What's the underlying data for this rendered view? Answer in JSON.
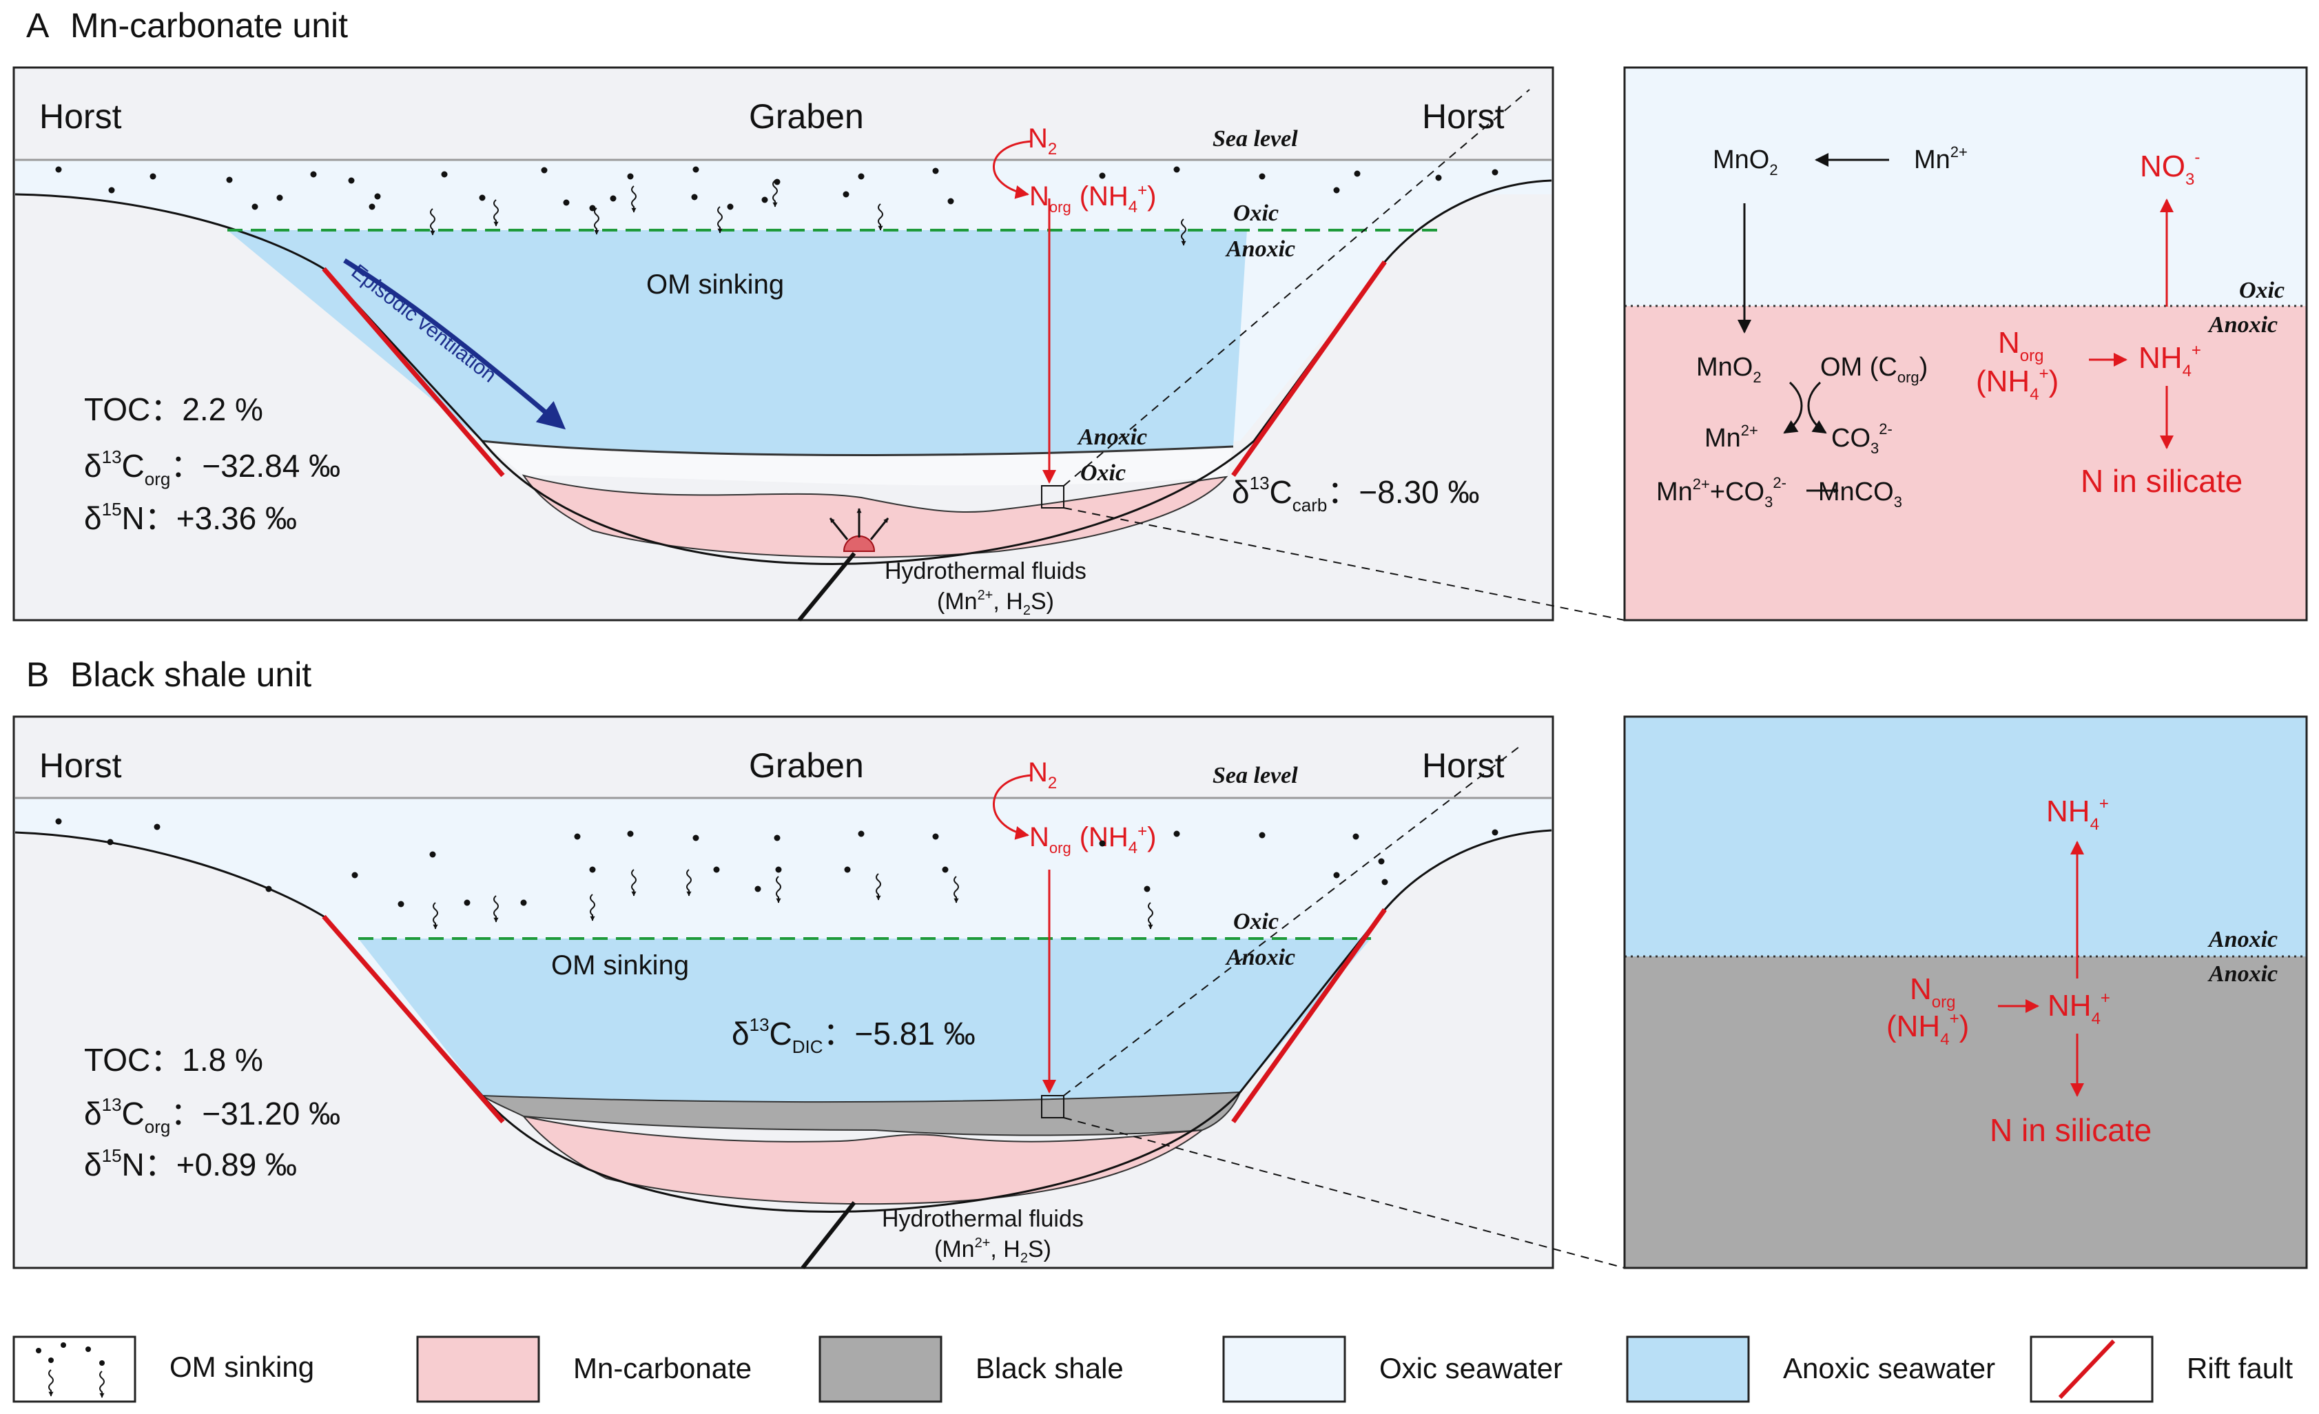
{
  "colors": {
    "oxic": "#eef6fd",
    "anoxic": "#b9dff6",
    "mn_carbonate": "#f7cdd0",
    "black_shale": "#aaaaaa",
    "red": "#e0181e",
    "fault": "#d9141c",
    "navy": "#1c2e8c",
    "green": "#1e9a3a"
  },
  "panel_a": {
    "label": "A",
    "title": "Mn-carbonate unit",
    "horst_left": "Horst",
    "graben": "Graben",
    "horst_right": "Horst",
    "sea_level": "Sea level",
    "oxic": "Oxic",
    "anoxic": "Anoxic",
    "anoxic_bottom": "Anoxic",
    "oxic_bottom": "Oxic",
    "om_sinking": "OM sinking",
    "ventilation": "Episodic ventilation",
    "n2": "N",
    "norg_prefix": "N",
    "norg_sub": "org",
    "nh4_label": "(NH",
    "toc": "TOC：2.2 %",
    "d13c_org_value": "：−32.84 ‰",
    "d15n_value": "：+3.36 ‰",
    "d13c_carb_value": "：−8.30 ‰",
    "carb_sub": "carb",
    "hydro_line1": "Hydrothermal fluids",
    "hydro_line2_a": "(Mn",
    "hydro_line2_b": ", H",
    "hydro_line2_c": "S)"
  },
  "zoom_a": {
    "mno2_top": "MnO",
    "mn2_top": "Mn",
    "no3": "NO",
    "oxic": "Oxic",
    "anoxic": "Anoxic",
    "mno2": "MnO",
    "om_c": "OM (C",
    "om_sub": "org",
    "mn2": "Mn",
    "co3": "CO",
    "reaction_a": "Mn",
    "reaction_b": "+CO",
    "reaction_c": "MnCO",
    "norg": "N",
    "norg_sub": "org",
    "nh4_paren": "(NH",
    "nh4": "NH",
    "n_silicate": "N in silicate"
  },
  "panel_b": {
    "label": "B",
    "title": "Black shale unit",
    "horst_left": "Horst",
    "graben": "Graben",
    "horst_right": "Horst",
    "sea_level": "Sea level",
    "oxic": "Oxic",
    "anoxic": "Anoxic",
    "om_sinking": "OM sinking",
    "n2": "N",
    "norg_prefix": "N",
    "norg_sub": "org",
    "nh4_label": "(NH",
    "toc": "TOC：1.8 %",
    "d13c_org_value": "：−31.20 ‰",
    "d15n_value": "：+0.89 ‰",
    "d13c_dic_value": "：−5.81 ‰",
    "dic_sub": "DIC",
    "hydro_line1": "Hydrothermal fluids",
    "hydro_line2_a": "(Mn",
    "hydro_line2_b": ", H",
    "hydro_line2_c": "S)"
  },
  "zoom_b": {
    "nh4_top": "NH",
    "anoxic_upper": "Anoxic",
    "anoxic_lower": "Anoxic",
    "norg": "N",
    "norg_sub": "org",
    "nh4_paren": "(NH",
    "nh4": "NH",
    "n_silicate": "N in silicate"
  },
  "symbols": {
    "delta": "δ",
    "thirteen": "13",
    "fifteen": "15",
    "c": "C",
    "n": "N",
    "org": "org",
    "sub2": "2",
    "sup2plus": "2+",
    "sup2minus": "2-",
    "sup_plus": "+",
    "sup_minus": "-",
    "sub3": "3",
    "sub4": "4",
    "close_paren": ")"
  },
  "legend": [
    {
      "key": "om",
      "label": "OM sinking"
    },
    {
      "key": "mn",
      "label": "Mn-carbonate"
    },
    {
      "key": "bs",
      "label": "Black shale"
    },
    {
      "key": "ox",
      "label": "Oxic seawater"
    },
    {
      "key": "an",
      "label": "Anoxic seawater"
    },
    {
      "key": "rf",
      "label": "Rift fault"
    }
  ]
}
